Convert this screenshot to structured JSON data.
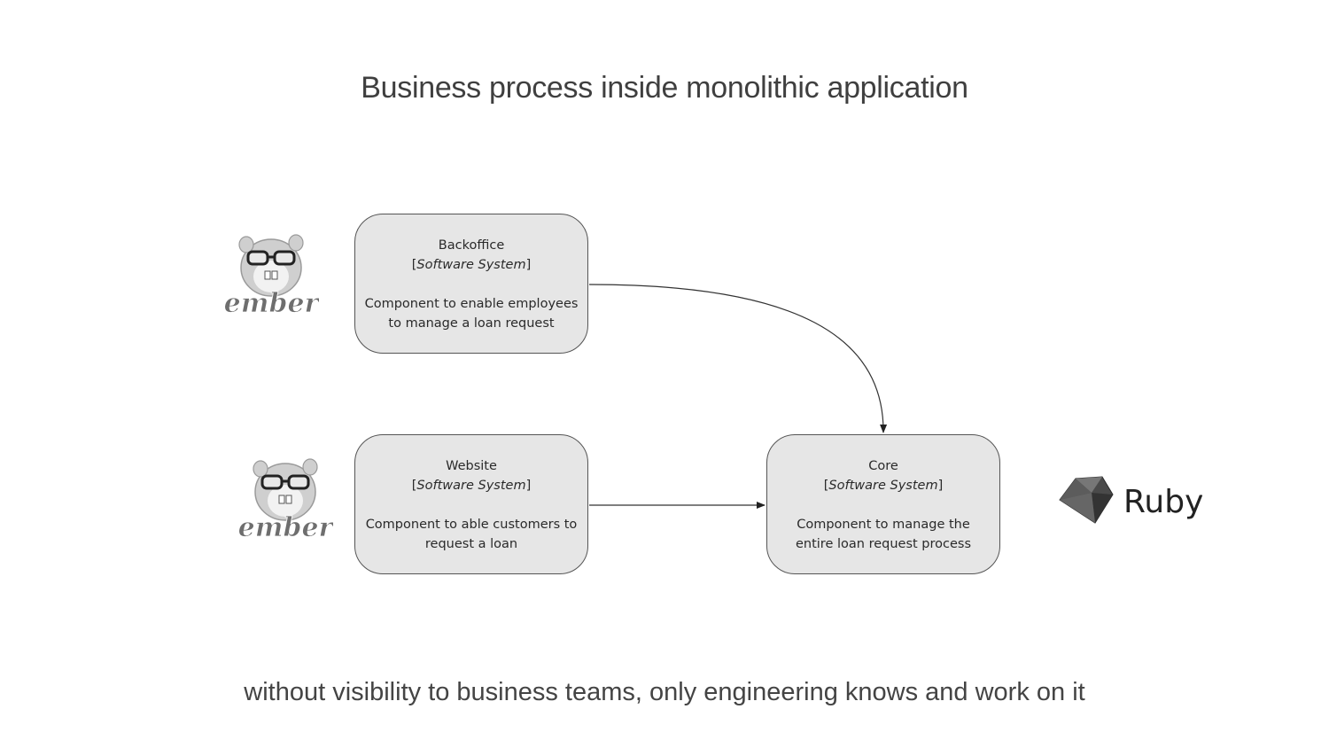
{
  "title": "Business process inside monolithic application",
  "footer": "without visibility to business teams, only engineering knows and work on it",
  "nodes": {
    "backoffice": {
      "name": "Backoffice",
      "type": "Software System",
      "description": "Component to enable employees to manage a loan request"
    },
    "website": {
      "name": "Website",
      "type": "Software System",
      "description": "Component to able customers to request a loan"
    },
    "core": {
      "name": "Core",
      "type": "Software System",
      "description": "Component to manage the entire loan request process"
    }
  },
  "edges": [
    {
      "from": "backoffice",
      "to": "core"
    },
    {
      "from": "website",
      "to": "core"
    }
  ],
  "logos": {
    "ember_1": {
      "text": "ember",
      "icon": "ember-hamster-icon"
    },
    "ember_2": {
      "text": "ember",
      "icon": "ember-hamster-icon"
    },
    "ruby": {
      "text": "Ruby",
      "icon": "ruby-gem-icon"
    }
  },
  "colors": {
    "box_fill": "#e6e6e6",
    "box_border": "#555555",
    "text": "#2a2a2a"
  }
}
